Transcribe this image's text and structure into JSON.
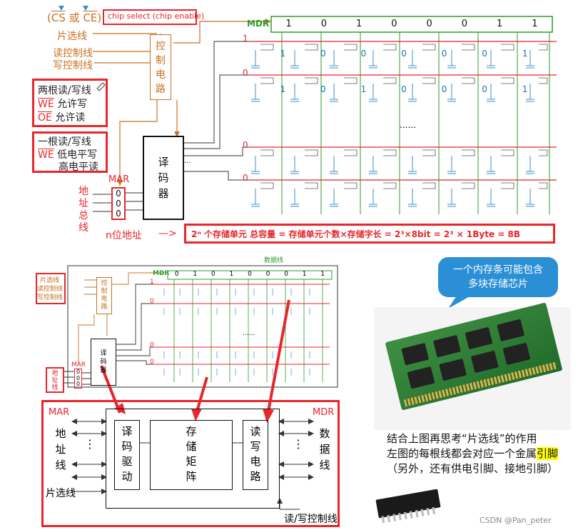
{
  "top": {
    "cs_label": "(CS 或 CE)",
    "cs_a": "CS",
    "cs_or": "或",
    "ce_a": "CE",
    "chip_select": "chip select   (chip enable)",
    "line_chip": "片选线",
    "line_read": "读控制线",
    "line_write": "写控制线",
    "control_circuit": [
      "控",
      "制",
      "电",
      "路"
    ],
    "two_lines": {
      "title": "两根读/写线",
      "we": "WE",
      "we_desc": "允许写",
      "oe": "OE",
      "oe_desc": "允许读"
    },
    "one_line": {
      "title": "一根读/写线",
      "we": "WE",
      "we_desc": "低电平写",
      "high_desc": "高电平读"
    },
    "decoder": [
      "译",
      "码",
      "器"
    ],
    "mar": "MAR",
    "mar_bits": [
      "0",
      "0",
      "0"
    ],
    "addr_bus": [
      "地",
      "址",
      "总",
      "线"
    ],
    "n_bit_addr": "n位地址",
    "arrow": "—>",
    "mdr": "MDR",
    "mdr_bits": [
      "1",
      "0",
      "1",
      "0",
      "0",
      "0",
      "1",
      "1"
    ],
    "row_labels": [
      "1",
      "0",
      "0",
      "0"
    ],
    "cells_row1": [
      "1",
      "0",
      "0",
      "0",
      "0",
      "0",
      "1"
    ],
    "cells_row2": [
      "1",
      "0",
      "1",
      "0",
      "0",
      "0",
      "1"
    ],
    "dots": "......",
    "dots_small": "...",
    "formula_box": "2ⁿ 个存储单元     总容量 = 存储单元个数×存储字长 = 2³×8bit = 2³ × 1Byte = 8B"
  },
  "bottom_left": {
    "data_line": "数据线",
    "line_chip": "片选线",
    "line_read": "读控制线",
    "line_write": "写控制线",
    "control": [
      "控",
      "制",
      "电",
      "路"
    ],
    "mdr": "MDR",
    "mdr_bits": [
      "0",
      "1",
      "0",
      "1",
      "0",
      "0",
      "0",
      "1",
      "1"
    ],
    "decoder": [
      "译",
      "码",
      "器"
    ],
    "mar": "MAR",
    "mar_bits": [
      "0",
      "0",
      "0"
    ],
    "addr_line": [
      "地",
      "址",
      "线"
    ],
    "row_labels": [
      "1",
      "0",
      "0",
      "0"
    ],
    "dots": "......"
  },
  "block_diagram": {
    "mar": "MAR",
    "mdr": "MDR",
    "addr_line": [
      "地",
      "址",
      "线"
    ],
    "data_line": [
      "数",
      "据",
      "线"
    ],
    "decoder_drive": [
      "译",
      "码",
      "驱",
      "动"
    ],
    "storage_matrix": [
      "存",
      "储",
      "矩",
      "阵"
    ],
    "rw_circuit": [
      "读",
      "写",
      "电",
      "路"
    ],
    "chip_select": "片选线",
    "rw_control": "读/写控制线",
    "vdots": "⋮"
  },
  "right": {
    "bubble": [
      "一个内存条可能包含",
      "多块存储芯片"
    ],
    "caption_1": "结合上图再思考“片选线”的作用",
    "caption_2_pre": "左图的每根线都会对应一个金属",
    "caption_2_hl": "引脚",
    "caption_3": "（另外，还有供电引脚、接地引脚）",
    "watermark": "CSDN @Pan_peter"
  },
  "colors": {
    "red": "#e8262b",
    "orange": "#c8711f",
    "green": "#2a9d2a",
    "blue": "#2b8fd6",
    "highlight": "#ffff00"
  }
}
